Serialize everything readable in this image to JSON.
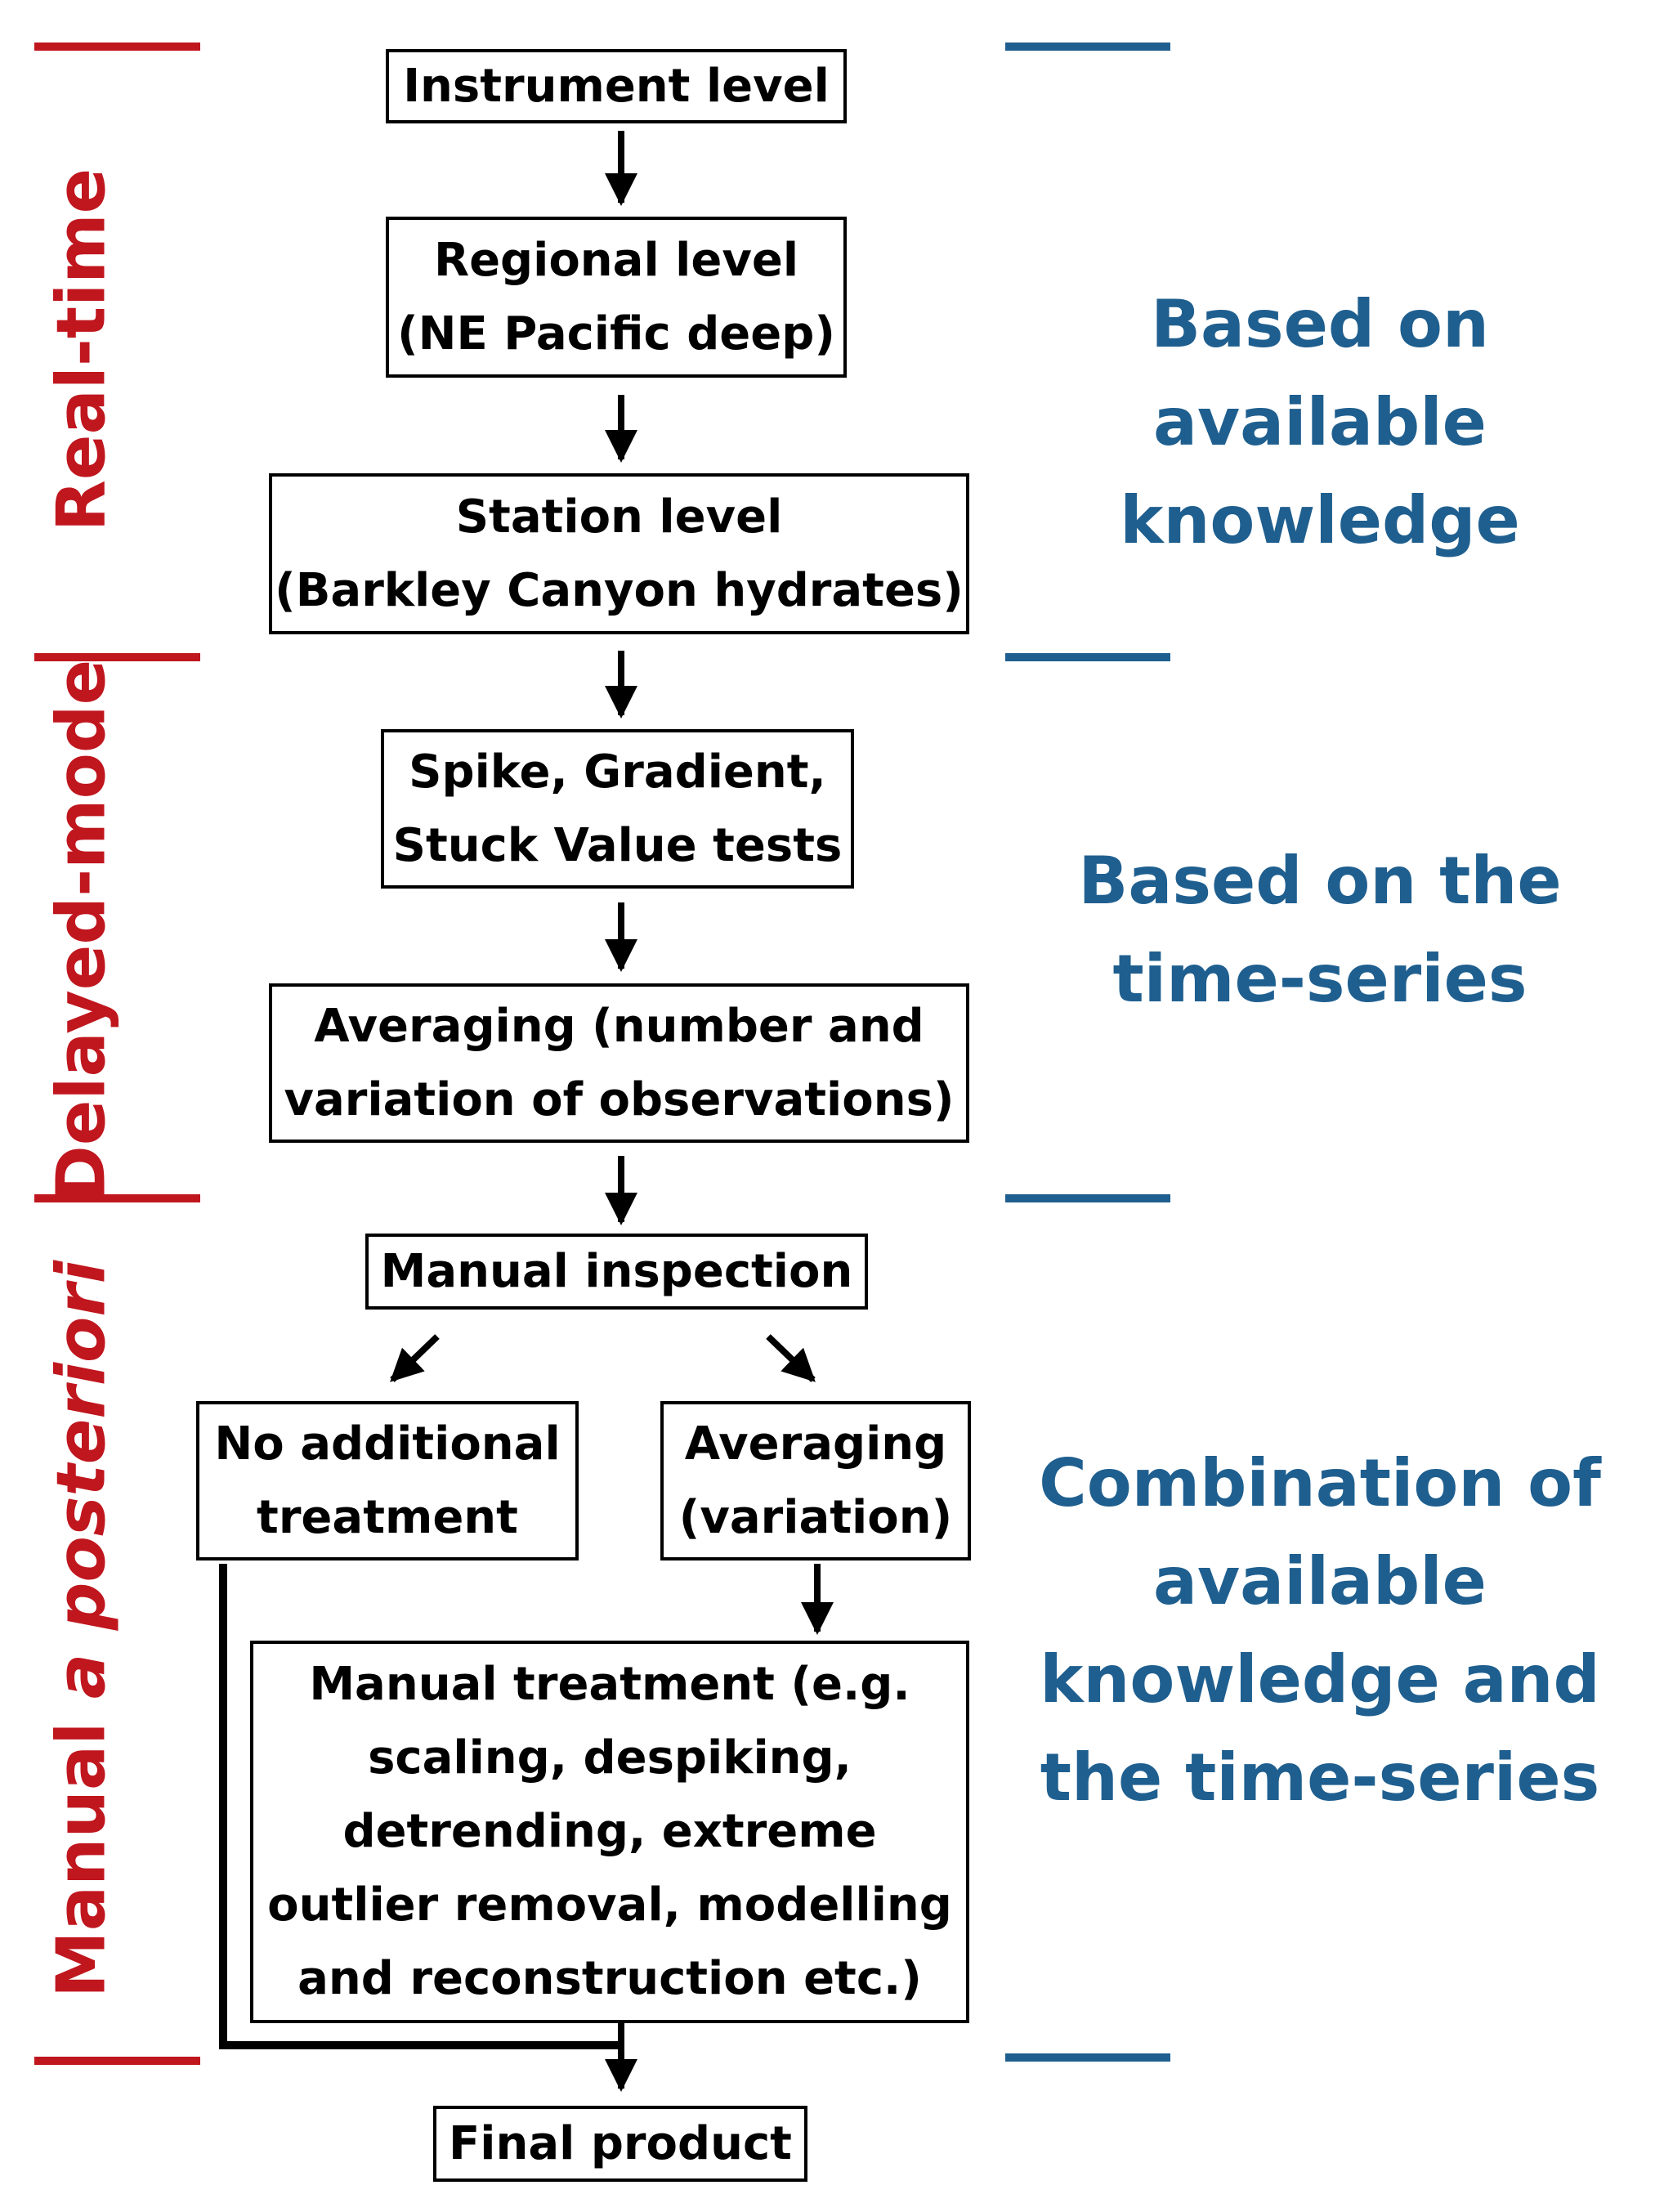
{
  "boxes": {
    "instrument": "Instrument level",
    "regional": "Regional level\n(NE Pacific deep)",
    "station": "Station level\n(Barkley Canyon hydrates)",
    "spike": "Spike, Gradient,\nStuck Value tests",
    "averaging_num": "Averaging (number and\nvariation of observations)",
    "manual_inspection": "Manual inspection",
    "no_additional": "No additional\ntreatment",
    "averaging_var": "Averaging\n(variation)",
    "manual_treatment": "Manual treatment (e.g.\nscaling, despiking,\ndetrending, extreme\noutlier removal, modelling\nand reconstruction etc.)",
    "final": "Final product"
  },
  "phases": {
    "realtime": "Real-time",
    "delayed": "Delayed-mode",
    "manual_prefix": "Manual ",
    "manual_italic": "a posteriori"
  },
  "notes": {
    "available": "Based on available\nknowledge",
    "timeseries": "Based on the\ntime-series",
    "combination": "Combination of\navailable\nknowledge and\nthe time-series"
  },
  "colors": {
    "phase_label": "#c0161e",
    "note_text": "#1f5f8f",
    "separator_left": "#c0161e",
    "separator_right": "#1f5f8f",
    "box_border": "#000000"
  }
}
